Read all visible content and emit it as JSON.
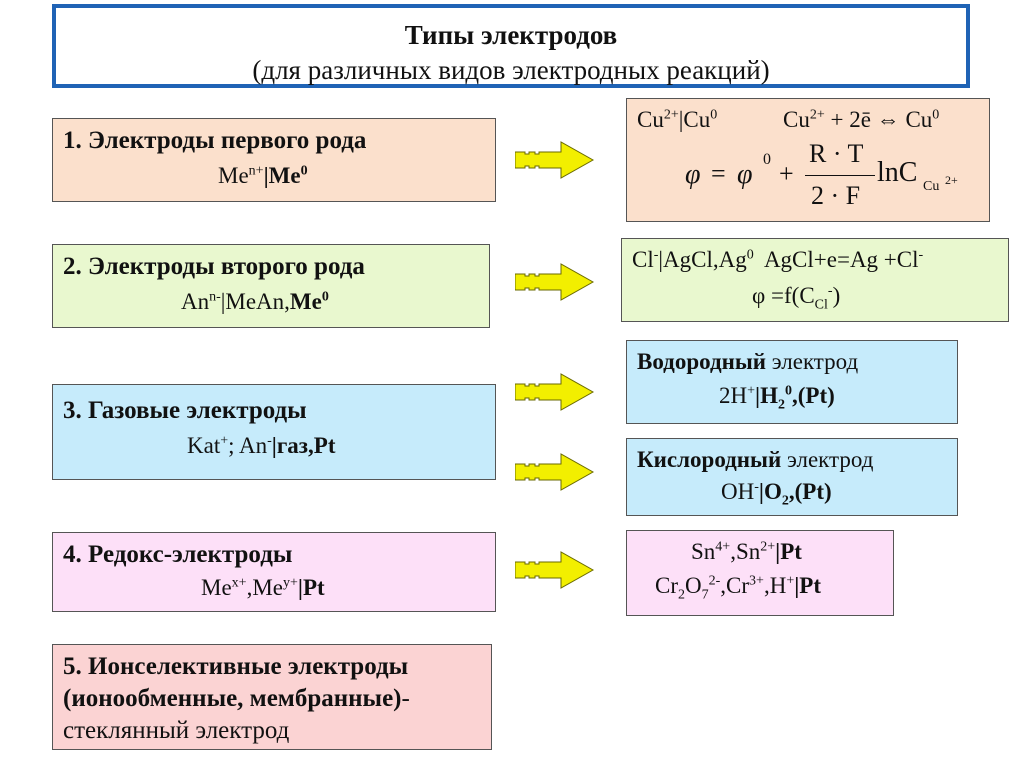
{
  "title": {
    "line1": "Типы электродов",
    "line2": "(для различных видов электродных реакций)"
  },
  "left_boxes": [
    {
      "head": "1. Электроды первого рода",
      "sub_a": "Me",
      "sub_sup": "n+",
      "sub_b": "|Me",
      "sub_sup2": "0",
      "color": "#fbe0cc"
    },
    {
      "head": "2. Электроды второго рода",
      "sub_a": "An",
      "sub_sup": "n-",
      "sub_b": "|MeAn,",
      "sub_c": "Me",
      "sub_sup2": "0",
      "color": "#e9f8cf"
    },
    {
      "head": "3. Газовые электроды",
      "sub_a": "Kat",
      "sub_sup": "+",
      "sub_b": "; An",
      "sub_sup2": "-",
      "sub_c": "|газ,Pt",
      "color": "#c6ebfb"
    },
    {
      "head": "4. Редокс-электроды",
      "sub_a": "Me",
      "sub_sup": "x+",
      "sub_b": ",Me",
      "sub_sup2": "y+",
      "sub_c": "|Pt",
      "color": "#fde0f8"
    },
    {
      "line1": "5. Ионселективные электроды",
      "line2": "(ионообменные, мембранные)",
      "line2_tail": "-",
      "line3": "стеклянный электрод",
      "color": "#fbd3d3"
    }
  ],
  "right_boxes": {
    "first_kind": {
      "couple_a": "Cu",
      "couple_sup": "2+",
      "couple_b": "|Cu",
      "couple_sup2": "0",
      "reaction_a": "Cu",
      "reaction_sup": "2+",
      "reaction_b": " + 2ē ",
      "reaction_arrow": "⇔",
      "reaction_c": " Cu",
      "reaction_sup2": "0",
      "phi": "φ",
      "eq": "=",
      "phi0": "φ",
      "phi0_sup": "0",
      "plus": "+",
      "num": "R · T",
      "den": "2 · F",
      "ln": "lnC",
      "ln_sub": "Cu",
      "ln_sub_sup": "2+",
      "color": "#fbe0cc"
    },
    "second_kind": {
      "line1_a": "Cl",
      "line1_sup": "-",
      "line1_b": "|AgCl,Ag",
      "line1_sup2": "0",
      "line1_c": "  AgCl+e=Ag +Cl",
      "line1_sup3": "-",
      "line2_a": "φ =f(C",
      "line2_sub": "Cl",
      "line2_sup": "-",
      "line2_b": ")",
      "color": "#e9f8cf"
    },
    "hydrogen": {
      "name": "Водородный",
      "word": " электрод",
      "formula_a": "2H",
      "formula_sup": "+",
      "formula_b": "|H",
      "formula_sub": "2",
      "formula_sup2": "0",
      "formula_c": ",(Pt)",
      "color": "#c6ebfb"
    },
    "oxygen": {
      "name": "Кислородный",
      "word": " электрод",
      "formula_a": "OH",
      "formula_sup": "-",
      "formula_b": "|O",
      "formula_sub": "2",
      "formula_c": ",(Pt)",
      "color": "#c6ebfb"
    },
    "redox": {
      "line1_a": "Sn",
      "line1_sup": "4+",
      "line1_b": ",Sn",
      "line1_sup2": "2+",
      "line1_c": "|Pt",
      "line2_a": "Cr",
      "line2_sub": "2",
      "line2_b": "O",
      "line2_sub2": "7",
      "line2_sup": "2-",
      "line2_c": ",Cr",
      "line2_sup2": "3+",
      "line2_d": ",H",
      "line2_sup3": "+",
      "line2_e": "|Pt",
      "color": "#fde0f8"
    }
  },
  "arrow_color": "#f2ef00"
}
